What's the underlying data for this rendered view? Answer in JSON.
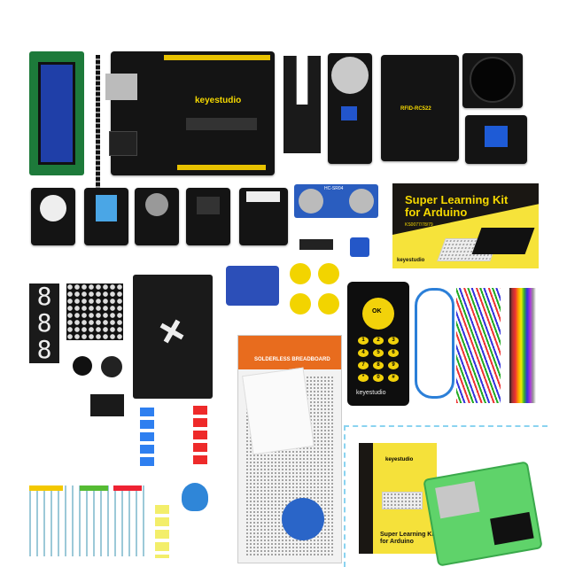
{
  "lcd": {
    "name": "lcd-1602"
  },
  "mainboard": {
    "brand": "keyestudio"
  },
  "retail_box": {
    "title_line1": "Super Learning Kit",
    "title_line2": "for Arduino",
    "model": "KS0077/78/79",
    "brand": "keyestudio"
  },
  "breadboard": {
    "label": "SOLDERLESS BREADBOARD"
  },
  "remote": {
    "ok": "OK",
    "keys": [
      "1",
      "2",
      "3",
      "4",
      "5",
      "6",
      "7",
      "8",
      "9",
      "*",
      "0",
      "#"
    ],
    "brand": "keyestudio"
  },
  "rfid": {
    "label": "RFID-RC522"
  },
  "ultrasonic": {
    "label": "HC-SR04"
  },
  "package": {
    "title_line1": "Super Learning Kit",
    "title_line2": "for Arduino",
    "brand": "keyestudio"
  },
  "colors": {
    "pcb": "#141414",
    "accent": "#f5d800",
    "box_yellow": "#f6e33a",
    "case_green": "#5fd36a",
    "dashed": "#8ad3f0"
  }
}
